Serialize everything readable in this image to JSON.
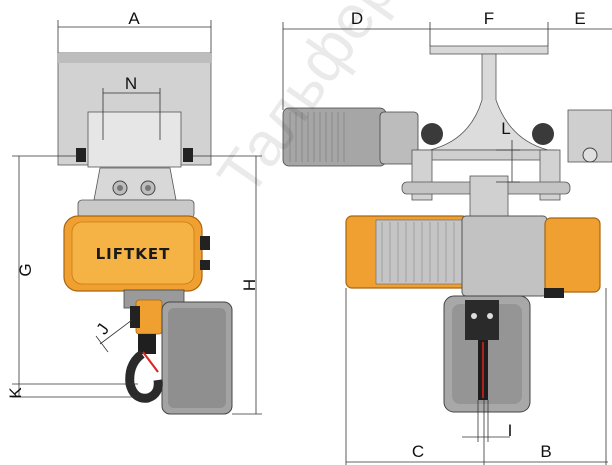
{
  "diagram": {
    "brand_label": "LIFTKET",
    "dimension_labels": {
      "A": "A",
      "N": "N",
      "G": "G",
      "H": "H",
      "J": "J",
      "K": "K",
      "D": "D",
      "F": "F",
      "E": "E",
      "L": "L",
      "C": "C",
      "B": "B",
      "I": "I"
    },
    "watermark_text": "Тальфер www.ta",
    "colors": {
      "hoist_orange": "#f0a030",
      "hoist_orange_dark": "#c77a12",
      "steel_gray": "#c9c9c9",
      "motor_gray": "#a6a6a6",
      "dark": "#2a2a2a",
      "line": "#333333"
    }
  }
}
